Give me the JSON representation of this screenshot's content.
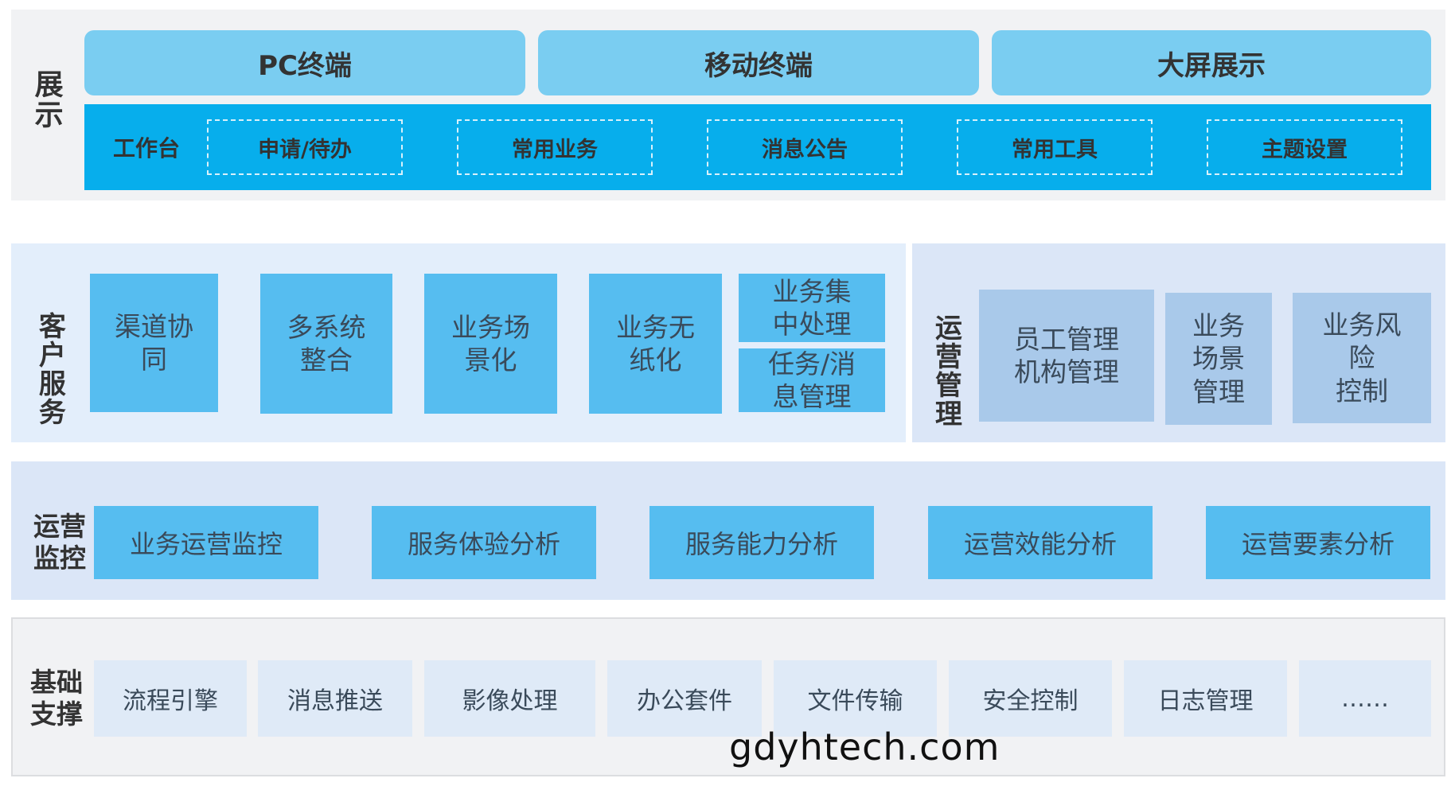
{
  "display": {
    "label": "展示",
    "terminals": [
      "PC终端",
      "移动终端",
      "大屏展示"
    ],
    "workbench": {
      "title": "工作台",
      "items": [
        "申请/待办",
        "常用业务",
        "消息公告",
        "常用工具",
        "主题设置"
      ]
    }
  },
  "customer_service": {
    "label": "客户服务",
    "items": [
      "渠道协\n同",
      "多系统\n整合",
      "业务场\n景化",
      "业务无\n纸化"
    ],
    "stacked": [
      "业务集\n中处理",
      "任务/消\n息管理"
    ]
  },
  "operations_mgmt": {
    "label": "运营管理",
    "items": [
      "员工管理\n机构管理",
      "业务\n场景\n管理",
      "业务风\n险\n控制"
    ]
  },
  "monitoring": {
    "label": "运营\n监控",
    "items": [
      "业务运营监控",
      "服务体验分析",
      "服务能力分析",
      "运营效能分析",
      "运营要素分析"
    ]
  },
  "foundation": {
    "label": "基础\n支撑",
    "items": [
      "流程引擎",
      "消息推送",
      "影像处理",
      "办公套件",
      "文件传输",
      "安全控制",
      "日志管理",
      "……"
    ]
  },
  "watermark": "gdyhtech.com",
  "colors": {
    "band_bg": "#f1f2f4",
    "light_band": "#dbe6f7",
    "cs_band": "#e3eefb",
    "terminal": "#7acdf1",
    "workbar": "#07aeec",
    "cs_box": "#56bdf0",
    "ops_box": "#a9c9ea",
    "base_box": "#dfeaf7"
  }
}
